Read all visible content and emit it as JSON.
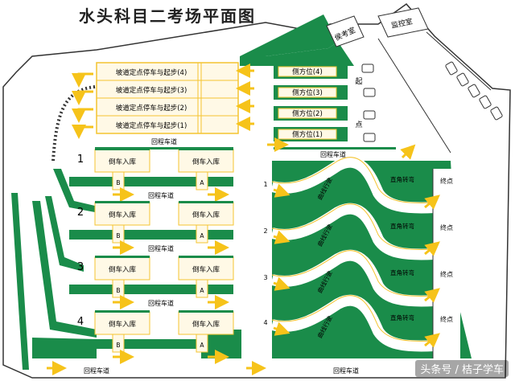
{
  "title": "水头科目二考场平面图",
  "buildings": {
    "exam_room": "侯考室",
    "control_room": "监控室"
  },
  "uphill": {
    "stations": [
      "坡道定点停车与起步(4)",
      "坡道定点停车与起步(3)",
      "坡道定点停车与起步(2)",
      "坡道定点停车与起步(1)"
    ]
  },
  "parallel_parking": {
    "stations": [
      "侧方位(4)",
      "侧方位(3)",
      "侧方位(2)",
      "侧方位(1)"
    ],
    "start_label": "起点"
  },
  "reverse_parking": {
    "label": "倒车入库",
    "groups": [
      "1",
      "2",
      "3",
      "4"
    ],
    "slot_b": "B",
    "slot_a": "A"
  },
  "curve": {
    "curve_label": "曲线行驶",
    "right_angle_label": "直角转弯",
    "end_label": "终点",
    "lanes": [
      "1",
      "2",
      "3",
      "4"
    ]
  },
  "return_road": "回程车道",
  "watermark": "头条号 / 桔子学车",
  "colors": {
    "green": "#1a8c4a",
    "yellow": "#f4c430",
    "arrow": "#f6c31a",
    "line": "#333333"
  }
}
